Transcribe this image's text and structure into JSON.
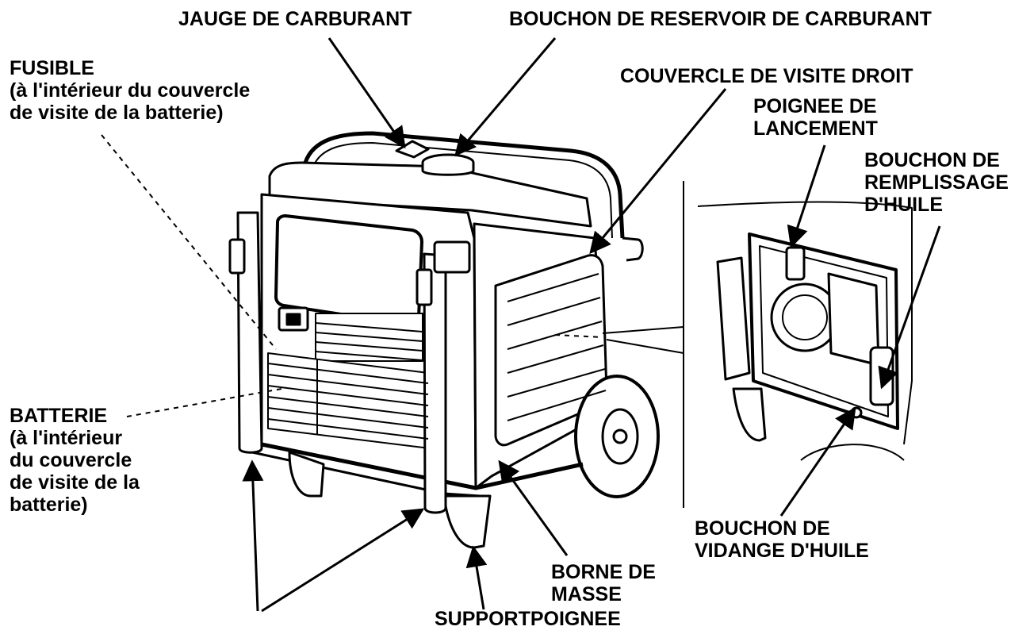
{
  "callouts": {
    "jauge": "JAUGE DE CARBURANT",
    "bouchon_reservoir": "BOUCHON DE RESERVOIR DE CARBURANT",
    "fusible": [
      "FUSIBLE",
      "(à l'intérieur du couvercle",
      "de visite de la batterie)"
    ],
    "couvercle_droit": "COUVERCLE DE VISITE DROIT",
    "poignee_lancement": [
      "POIGNEE DE",
      "LANCEMENT"
    ],
    "bouchon_remplissage": [
      "BOUCHON DE",
      "REMPLISSAGE",
      "D'HUILE"
    ],
    "batterie": [
      "BATTERIE",
      "(à l'intérieur",
      "du couvercle",
      "de visite de la",
      "batterie)"
    ],
    "bouchon_vidange": [
      "BOUCHON DE",
      "VIDANGE D'HUILE"
    ],
    "borne_masse": [
      "BORNE DE",
      "MASSE"
    ],
    "support_poignee": "SUPPORTPOIGNEE"
  },
  "colors": {
    "ink": "#000000",
    "paper": "#ffffff",
    "shade": "#3a3a3a"
  }
}
